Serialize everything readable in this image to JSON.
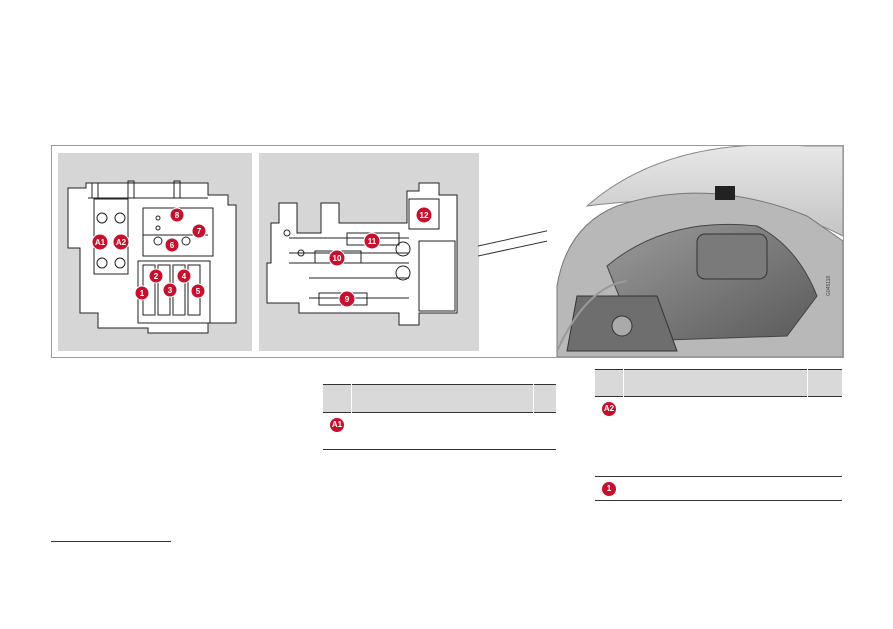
{
  "figure": {
    "callouts_left": [
      "A1",
      "A2",
      "1",
      "2",
      "3",
      "4",
      "5",
      "6",
      "7",
      "8"
    ],
    "callouts_middle": [
      "9",
      "10",
      "11",
      "12"
    ],
    "image_code": "G045118",
    "colors": {
      "callout": "#c8102e",
      "panel_bg": "#d6d6d6"
    }
  },
  "table_left": {
    "header": [
      "",
      "",
      ""
    ],
    "rows": [
      {
        "badge": "A1",
        "description": "",
        "amp": ""
      }
    ]
  },
  "table_right": {
    "header": [
      "",
      "",
      ""
    ],
    "rows": [
      {
        "badge": "A2",
        "description": "",
        "amp": ""
      },
      {
        "badge": "1",
        "description": "",
        "amp": ""
      }
    ]
  }
}
